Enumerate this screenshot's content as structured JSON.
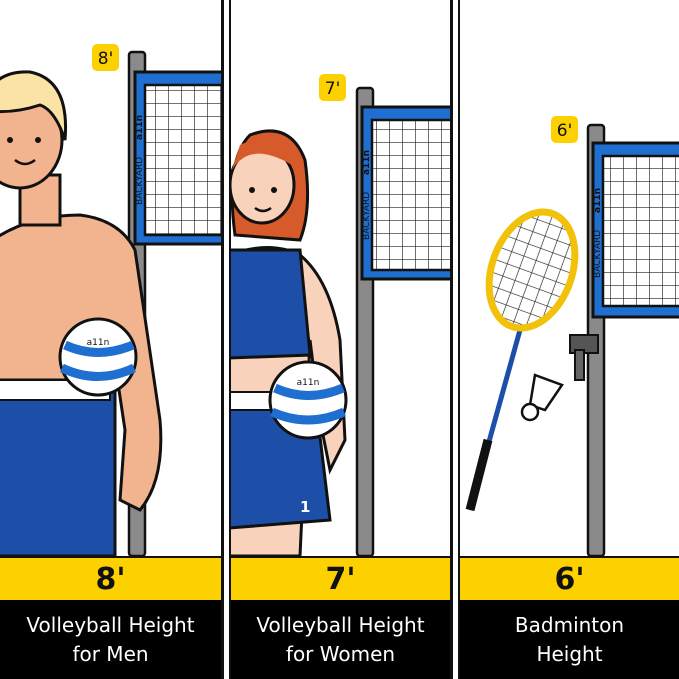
{
  "panels": [
    {
      "height": "8'",
      "badge": "8'",
      "caption_line1": "Volleyball Height",
      "caption_line2": "for Men"
    },
    {
      "height": "7'",
      "badge": "7'",
      "caption_line1": "Volleyball Height",
      "caption_line2": "for Women"
    },
    {
      "height": "6'",
      "badge": "6'",
      "caption_line1": "Badminton",
      "caption_line2": "Height"
    }
  ],
  "net_brand": "BACKYARD",
  "logo": "a11n",
  "jersey_number": "1",
  "colors": {
    "yellow": "#fdd000",
    "net_blue": "#1f6fd1",
    "shorts_blue": "#1d4fa8",
    "black": "#000000"
  }
}
